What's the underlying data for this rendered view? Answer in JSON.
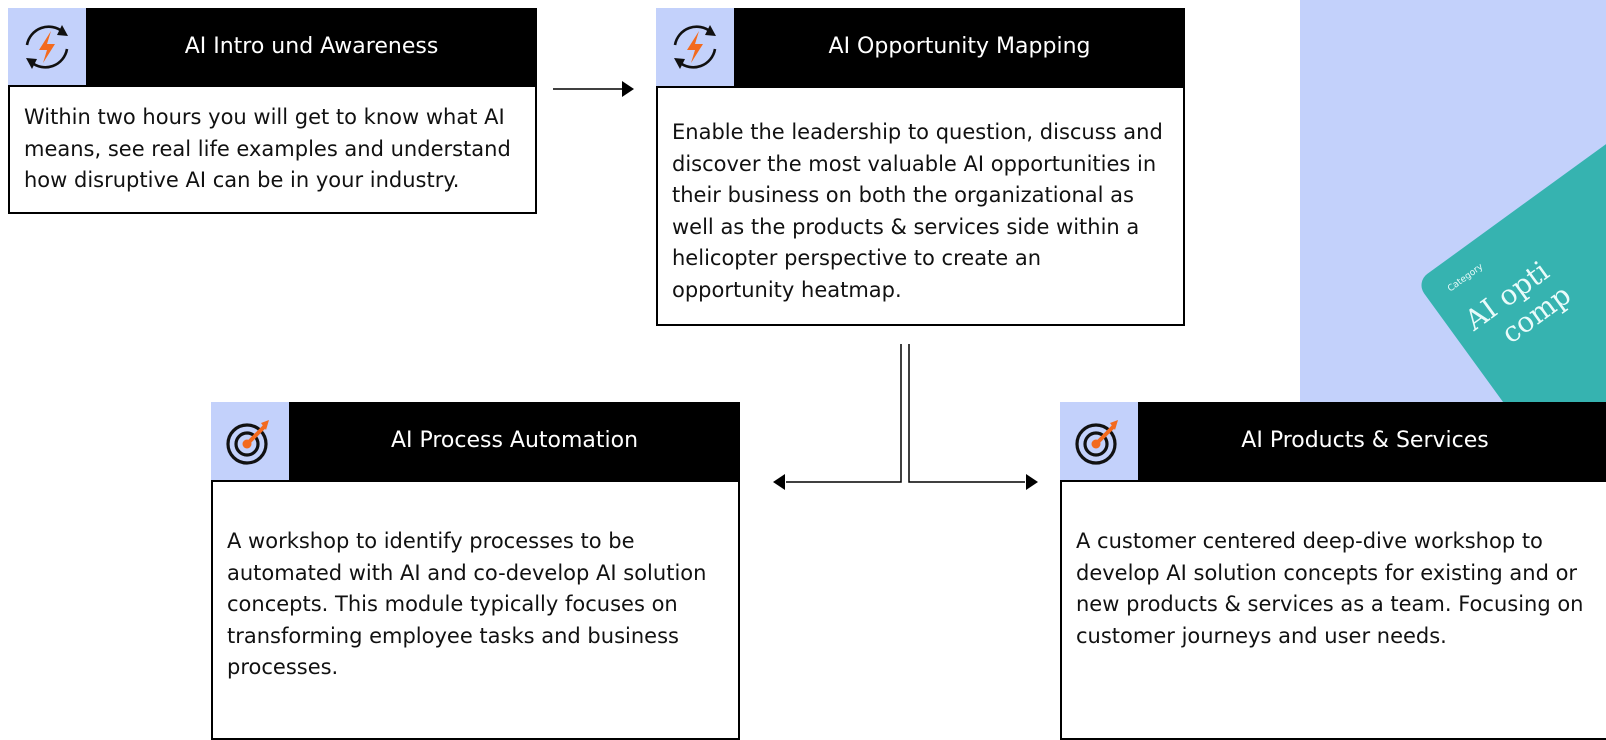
{
  "cards": [
    {
      "icon": "lightning-refresh-icon",
      "title": "AI Intro und Awareness",
      "text": "Within two hours you will get to know what AI means, see real life examples and understand how disruptive AI can be in your industry."
    },
    {
      "icon": "lightning-refresh-icon",
      "title": "AI Opportunity Mapping",
      "text": "Enable the leadership to question, discuss and discover the most valuable AI opportunities in their business on both the organizational as well as the products & services side within a helicopter perspective to create an opportunity heatmap."
    },
    {
      "icon": "target-arrow-icon",
      "title": "AI Process Automation",
      "text": "A workshop to identify processes to be automated with AI and co-develop AI solution concepts. This module typically focuses on transforming employee tasks and business processes."
    },
    {
      "icon": "target-arrow-icon",
      "title": "AI Products & Services",
      "text": "A customer centered deep-dive workshop to develop AI solution concepts for existing and or new products & services as a team. Focusing on customer journeys and user needs."
    }
  ],
  "decor": {
    "card_category": "Category",
    "card_text_1": "AI opti",
    "card_text_2": "comp",
    "panel_color": "#c3d1fb",
    "card_color": "#36b3b0",
    "accent_color": "#f36a1e"
  }
}
